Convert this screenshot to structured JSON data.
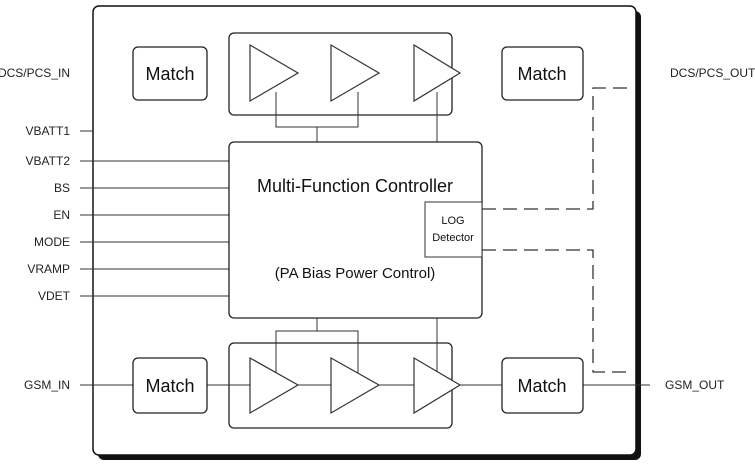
{
  "diagram": {
    "inputs": {
      "dcs_pcs_in": "DCS/PCS_IN",
      "gsm_in": "GSM_IN",
      "pins": [
        "VBATT1",
        "VBATT2",
        "BS",
        "EN",
        "MODE",
        "VRAMP",
        "VDET"
      ]
    },
    "outputs": {
      "dcs_pcs_out": "DCS/PCS_OUT",
      "gsm_out": "GSM_OUT"
    },
    "match_label": "Match",
    "controller": {
      "title": "Multi-Function Controller",
      "subtitle": "(PA Bias Power Control)"
    },
    "detector": {
      "line1": "LOG",
      "line2": "Detector"
    }
  }
}
